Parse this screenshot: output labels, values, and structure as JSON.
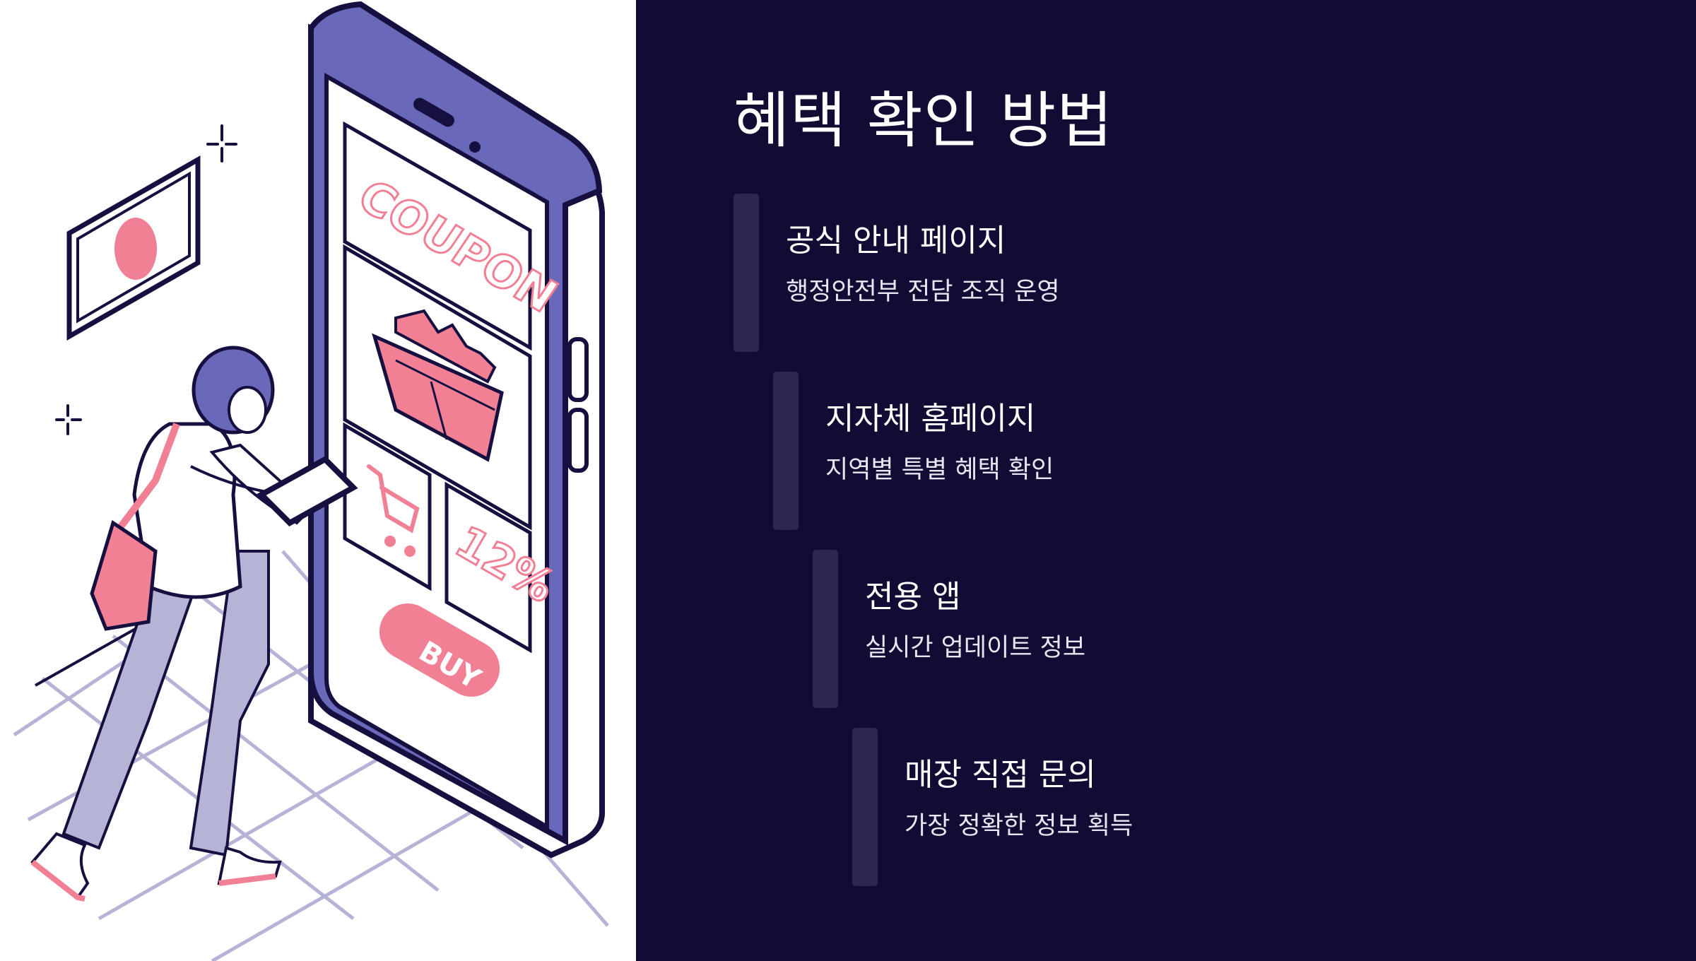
{
  "illustration": {
    "coupon_label": "COUPON",
    "discount_label": "12%",
    "buy_label": "BUY"
  },
  "title": "혜택 확인 방법",
  "steps": [
    {
      "title": "공식 안내 페이지",
      "desc": "행정안전부 전담 조직 운영"
    },
    {
      "title": "지자체 홈페이지",
      "desc": "지역별 특별 혜택 확인"
    },
    {
      "title": "전용 앱",
      "desc": "실시간 업데이트 정보"
    },
    {
      "title": "매장 직접 문의",
      "desc": "가장 정확한 정보 획득"
    }
  ],
  "colors": {
    "background": "#110c33",
    "step_bar": "#2e2752",
    "accent_pink": "#f28095",
    "accent_purple": "#6a68b8",
    "outline": "#151040"
  }
}
